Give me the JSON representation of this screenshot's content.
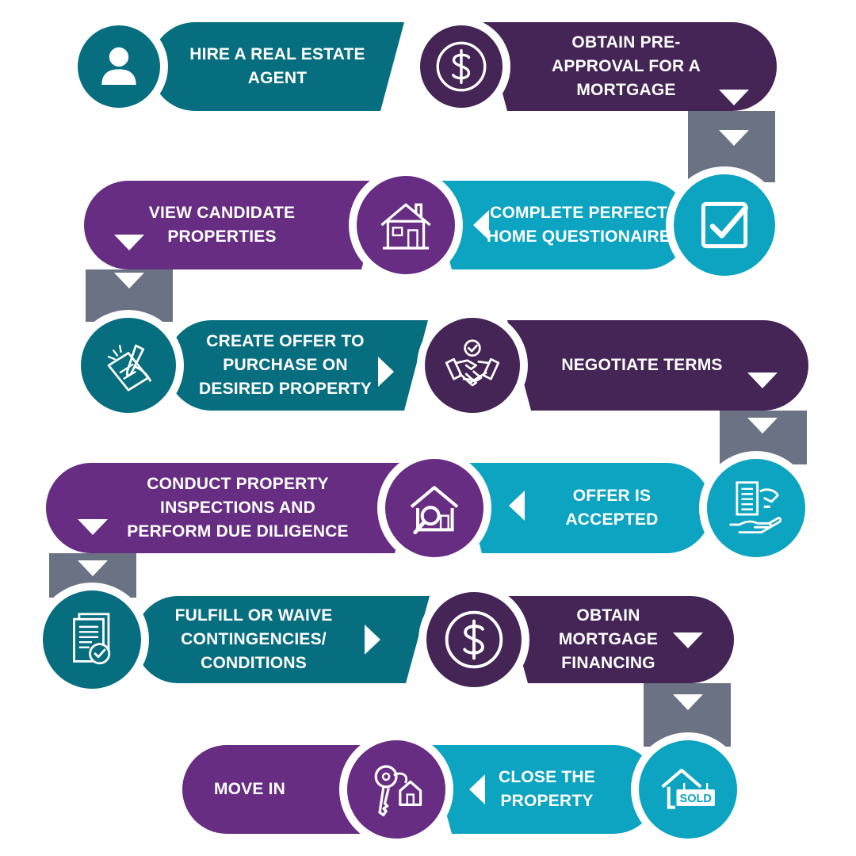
{
  "colors": {
    "teal_dark": "#076E7F",
    "teal_light": "#0CA4C0",
    "purple": "#662D82",
    "purple_dark": "#442556",
    "connector": "#6A7283",
    "ring": "#ffffff"
  },
  "steps": [
    {
      "label": "HIRE A REAL ESTATE AGENT",
      "icon": "person-icon"
    },
    {
      "label": "OBTAIN PRE- APPROVAL FOR A MORTGAGE",
      "icon": "dollar-icon"
    },
    {
      "label": "COMPLETE PERFECT HOME QUESTIONAIRE",
      "icon": "checkbox-icon"
    },
    {
      "label": "VIEW CANDIDATE PROPERTIES",
      "icon": "house-icon"
    },
    {
      "label": "CREATE OFFER TO PURCHASE ON DESIRED PROPERTY",
      "icon": "signing-hand-icon"
    },
    {
      "label": "NEGOTIATE TERMS",
      "icon": "handshake-icon"
    },
    {
      "label": "OFFER IS ACCEPTED",
      "icon": "document-handover-icon"
    },
    {
      "label": "CONDUCT PROPERTY INSPECTIONS AND PERFORM DUE DILIGENCE",
      "icon": "house-magnifier-icon"
    },
    {
      "label": "FULFILL OR WAIVE CONTINGENCIES/ CONDITIONS",
      "icon": "documents-check-icon"
    },
    {
      "label": "OBTAIN MORTGAGE FINANCING",
      "icon": "dollar-icon"
    },
    {
      "label": "CLOSE THE PROPERTY",
      "icon": "sold-house-icon"
    },
    {
      "label": "MOVE IN",
      "icon": "house-key-icon"
    }
  ]
}
